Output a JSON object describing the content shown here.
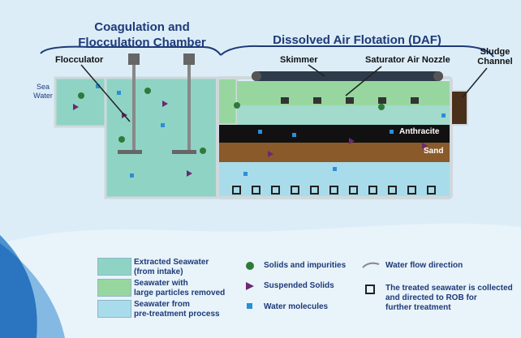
{
  "titles": {
    "coagulation": "Coagulation and\nFlocculation Chamber",
    "daf": "Dissolved Air Flotation (DAF)"
  },
  "labels": {
    "flocculator": "Flocculator",
    "sea_water": "Sea\nWater",
    "skimmer": "Skimmer",
    "saturator": "Saturator Air Nozzle",
    "sludge": "Sludge\nChannel",
    "anthracite": "Anthracite",
    "sand": "Sand"
  },
  "legend": {
    "extracted": "Extracted Seawater\n(from intake)",
    "large_removed": "Seawater with\nlarge particles removed",
    "pretreat": "Seawater from\npre-treatment process",
    "solids": "Solids and impurities",
    "suspended": "Suspended Solids",
    "water": "Water molecules",
    "flow": "Water flow direction",
    "treated": "The treated seawater is collected\nand directed to ROB for\nfurther treatment"
  },
  "colors": {
    "extracted": "#8fd3c4",
    "large_removed": "#98d6a0",
    "pretreat": "#a9dcea",
    "solid": "#2f7a3a",
    "suspended": "#6a2a6e",
    "water": "#2a8fd6",
    "anthracite": "#111111",
    "sand": "#8a5a2b",
    "title": "#1e3a78"
  }
}
